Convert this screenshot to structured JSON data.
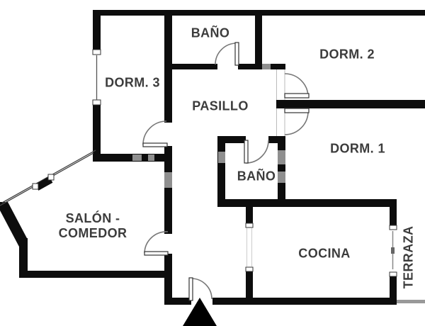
{
  "page": {
    "background": "#ffffff",
    "wall_color": "#0d0d0d",
    "label_color": "#3c3c3c",
    "railing_color": "#999999",
    "watermark_patch_color": "#8f8f8f"
  },
  "rooms": {
    "bano_top": {
      "label": "BAÑO"
    },
    "dorm3": {
      "label": "DORM. 3"
    },
    "dorm2": {
      "label": "DORM. 2"
    },
    "pasillo": {
      "label": "PASILLO"
    },
    "dorm1": {
      "label": "DORM. 1"
    },
    "bano_mid": {
      "label": "BAÑO"
    },
    "salon": {
      "line1": "SALÓN -",
      "line2": "COMEDOR"
    },
    "cocina": {
      "label": "COCINA"
    },
    "terraza": {
      "label": "TERRAZA"
    }
  },
  "icons": {
    "entrance_arrow": "triangle-up-entrance-marker"
  }
}
